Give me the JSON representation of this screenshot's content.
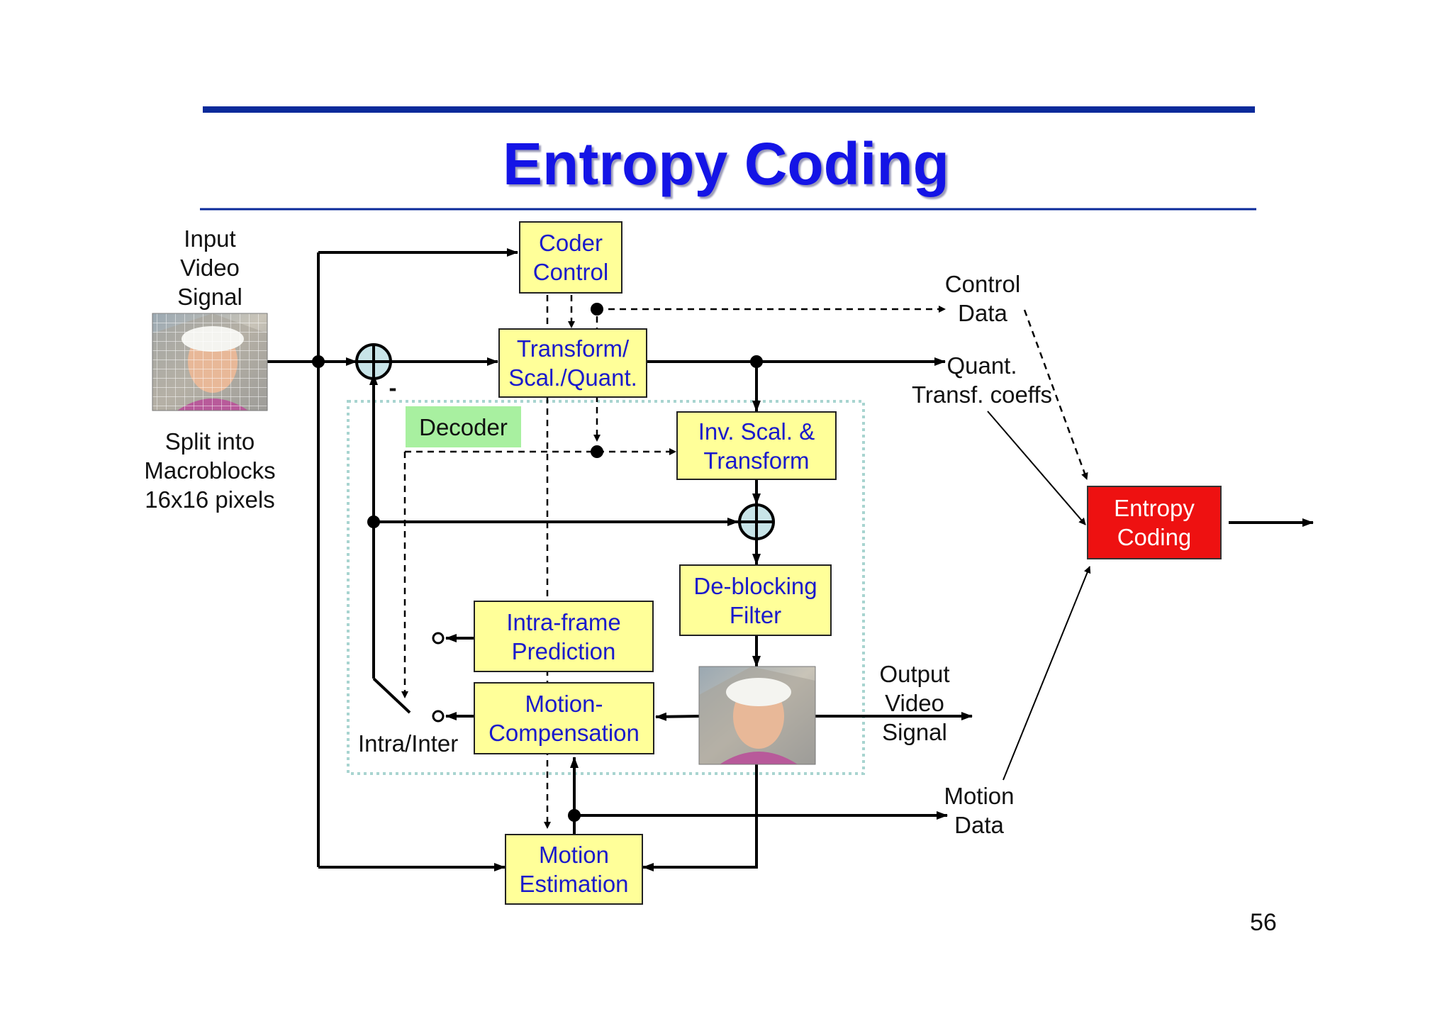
{
  "title": "Entropy Coding",
  "page_number": "56",
  "labels": {
    "input": "Input\nVideo\nSignal",
    "split": "Split into\nMacroblocks\n16x16 pixels",
    "minus": "-",
    "control_data": "Control\nData",
    "quant_coeffs": "Quant.\nTransf. coeffs",
    "output": "Output\nVideo\nSignal",
    "motion_data": "Motion\nData",
    "intra_inter": "Intra/Inter"
  },
  "blocks": {
    "coder_control": "Coder\nControl",
    "transform": "Transform/\nScal./Quant.",
    "decoder": "Decoder",
    "inv_scal": "Inv. Scal. &\nTransform",
    "deblocking": "De-blocking\nFilter",
    "intra_pred": "Intra-frame\nPrediction",
    "motion_comp": "Motion-\nCompensation",
    "motion_est": "Motion\nEstimation",
    "entropy": "Entropy\nCoding"
  },
  "colors": {
    "title": "#1414e6",
    "block_fill": "#ffff99",
    "block_text": "#1a1acc",
    "entropy_fill": "#ee1111",
    "decoder_fill": "#a8f0a0",
    "rule": "#0a2a9a"
  }
}
